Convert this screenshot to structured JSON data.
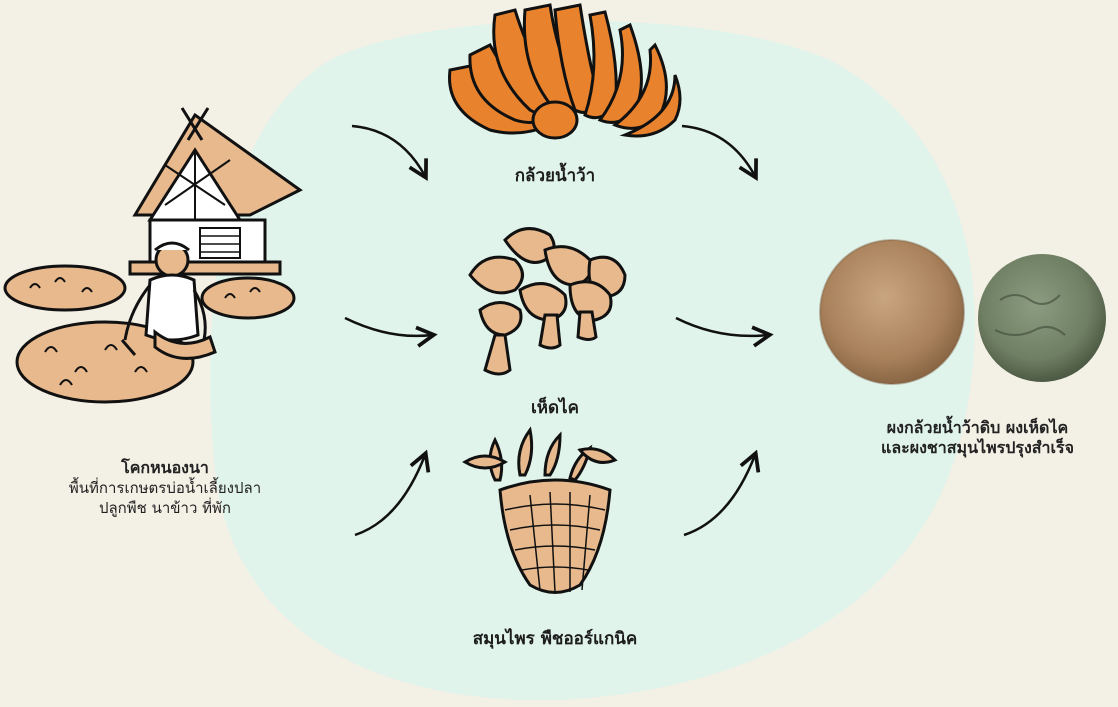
{
  "source": {
    "title": "โคกหนองนา",
    "line1": "พื้นที่การเกษตรบ่อน้ำเลี้ยงปลา",
    "line2": "ปลูกพืช นาข้าว ที่พัก"
  },
  "items": {
    "banana": "กล้วยน้ำว้า",
    "mushroom": "เห็ดไค",
    "herbs": "สมุนไพร พืชออร์แกนิค"
  },
  "products": {
    "line1": "ผงกล้วยน้ำว้าดิบ ผงเห็ดไค",
    "line2": "และผงชาสมุนไพรปรุงสำเร็จ"
  },
  "colors": {
    "background": "#f3f0e5",
    "blob": "#e0f4ec",
    "orange": "#e8822c",
    "tan": "#e7b98c",
    "dark": "#111111"
  }
}
